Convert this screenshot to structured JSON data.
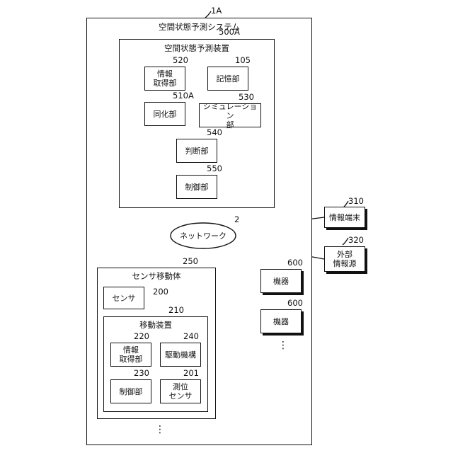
{
  "system": {
    "ref": "1A",
    "title": "空間状態予測システム"
  },
  "device": {
    "ref": "500A",
    "title": "空間状態予測装置"
  },
  "device_blocks": {
    "info_acq": {
      "ref": "520",
      "label": "情報\n取得部"
    },
    "storage": {
      "ref": "105",
      "label": "記憶部"
    },
    "assimilation": {
      "ref": "510A",
      "label": "同化部"
    },
    "simulation": {
      "ref": "530",
      "label": "シミュレーション\n部"
    },
    "judgment": {
      "ref": "540",
      "label": "判断部"
    },
    "control": {
      "ref": "550",
      "label": "制御部"
    }
  },
  "network": {
    "ref": "2",
    "label": "ネットワーク"
  },
  "info_terminal": {
    "ref": "310",
    "label": "情報端末"
  },
  "external_source": {
    "ref": "320",
    "label": "外部\n情報源"
  },
  "equipment": [
    {
      "ref": "600",
      "label": "機器"
    },
    {
      "ref": "600",
      "label": "機器"
    }
  ],
  "sensor_body": {
    "ref": "250",
    "title": "センサ移動体"
  },
  "sensor": {
    "ref": "200",
    "label": "センサ"
  },
  "moving_device": {
    "ref": "210",
    "title": "移動装置"
  },
  "moving_blocks": {
    "info_acq": {
      "ref": "220",
      "label": "情報\n取得部"
    },
    "drive": {
      "ref": "240",
      "label": "駆動機構"
    },
    "control": {
      "ref": "230",
      "label": "制御部"
    },
    "positioning": {
      "ref": "201",
      "label": "測位\nセンサ"
    }
  },
  "ellipsis": "⋮"
}
